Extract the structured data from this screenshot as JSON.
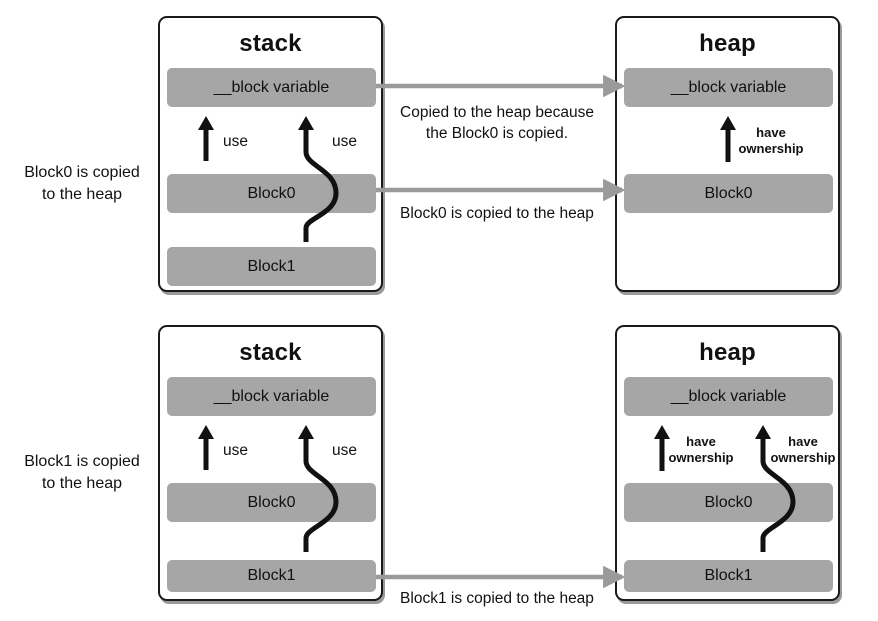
{
  "scenario1": {
    "side_label_line1": "Block0 is copied",
    "side_label_line2": "to the heap",
    "stack": {
      "title": "stack",
      "block_variable": "__block variable",
      "block0": "Block0",
      "block1": "Block1",
      "use_label_1": "use",
      "use_label_2": "use"
    },
    "heap": {
      "title": "heap",
      "block_variable": "__block variable",
      "block0": "Block0",
      "ownership_line1": "have",
      "ownership_line2": "ownership"
    },
    "note_var_line1": "Copied to the heap because",
    "note_var_line2": "the Block0 is copied.",
    "note_block": "Block0 is copied to the heap"
  },
  "scenario2": {
    "side_label_line1": "Block1 is copied",
    "side_label_line2": "to the heap",
    "stack": {
      "title": "stack",
      "block_variable": "__block variable",
      "block0": "Block0",
      "block1": "Block1",
      "use_label_1": "use",
      "use_label_2": "use"
    },
    "heap": {
      "title": "heap",
      "block_variable": "__block variable",
      "block0": "Block0",
      "block1": "Block1",
      "ownership1_line1": "have",
      "ownership1_line2": "ownership",
      "ownership2_line1": "have",
      "ownership2_line2": "ownership"
    },
    "note_block": "Block1 is copied to the heap"
  }
}
